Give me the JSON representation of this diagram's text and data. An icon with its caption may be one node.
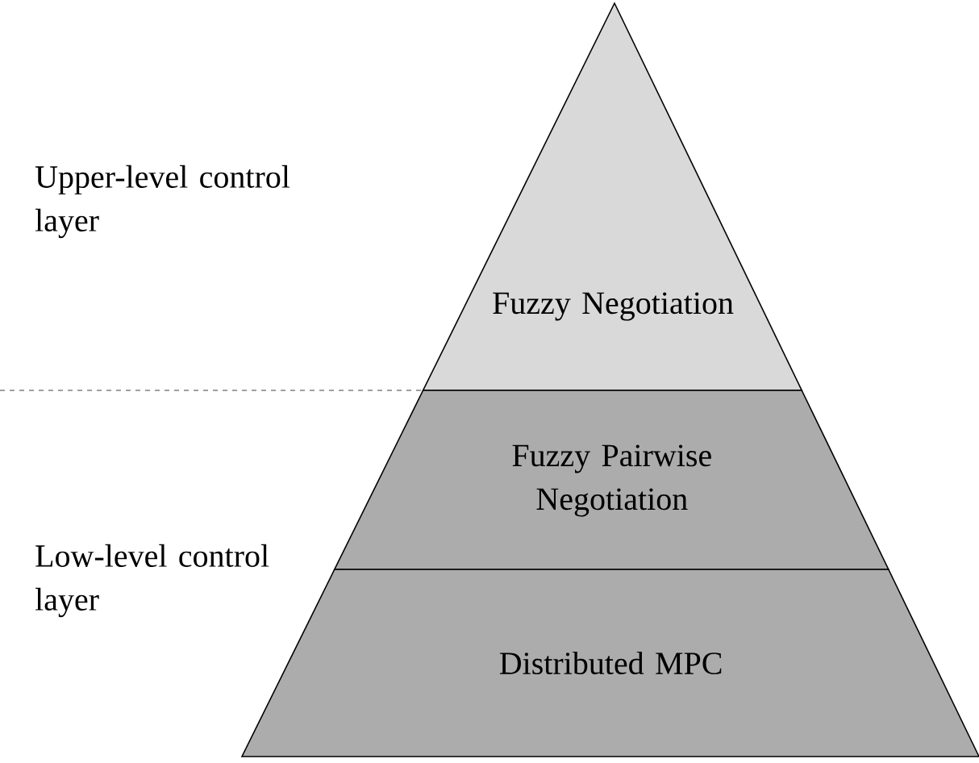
{
  "diagram": {
    "nodes": [
      {
        "text": [
          "Fuzzy Negotiation"
        ]
      },
      {
        "text": [
          "Fuzzy Pairwise Negotiation"
        ]
      },
      {
        "text": [
          "Distributed MPC"
        ]
      }
    ],
    "labels": [
      "Upper-level control layer",
      "Low-level control layer"
    ]
  }
}
